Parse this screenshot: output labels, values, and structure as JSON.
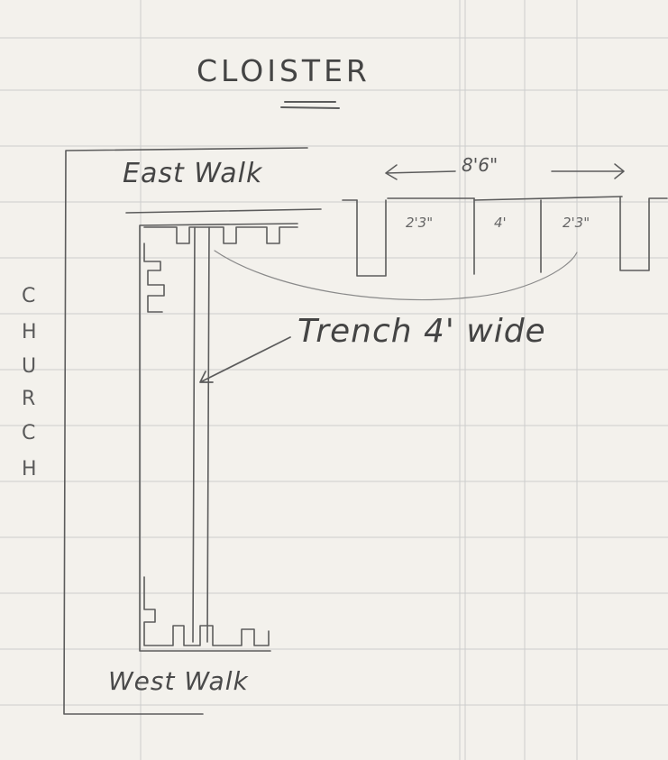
{
  "title": "CLOISTER",
  "labels": {
    "east_walk": "East Walk",
    "west_walk": "West Walk",
    "church_letters": [
      "C",
      "H",
      "U",
      "R",
      "C",
      "H"
    ],
    "trench_note": "Trench 4' wide"
  },
  "dimensions": {
    "total": "8'6\"",
    "segments": [
      "2'3\"",
      "4'",
      "2'3\""
    ]
  },
  "colors": {
    "paper": "#f3f1ec",
    "grid_line": "#c9c9c9",
    "pencil": "#555555"
  }
}
